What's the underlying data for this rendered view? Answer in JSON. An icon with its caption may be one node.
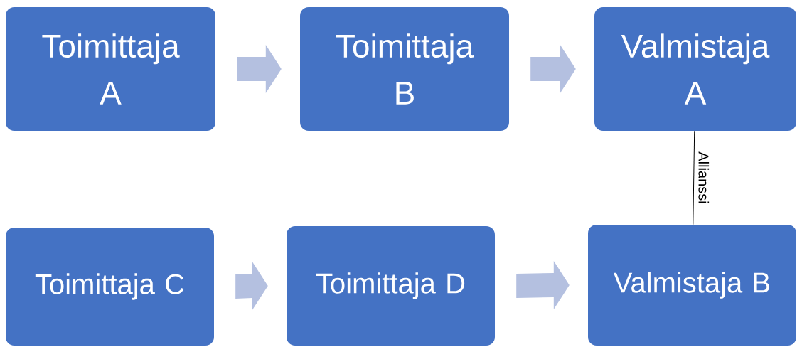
{
  "diagram": {
    "nodes": [
      {
        "text": [
          "Toimittaja A"
        ]
      },
      {
        "text": [
          "Toimittaja B"
        ]
      },
      {
        "text": [
          "Valmistaja A"
        ]
      },
      {
        "text": [
          "Toimittaja C"
        ]
      },
      {
        "text": [
          "Toimittaja D"
        ]
      },
      {
        "text": [
          "Valmistaja B"
        ]
      }
    ],
    "edges": [
      {
        "from": 0,
        "to": 1,
        "arrow": "to",
        "style": "thick"
      },
      {
        "from": 1,
        "to": 2,
        "arrow": "to",
        "style": "thick"
      },
      {
        "from": 3,
        "to": 4,
        "arrow": "to",
        "style": "thick"
      },
      {
        "from": 4,
        "to": 5,
        "arrow": "to",
        "style": "thick"
      },
      {
        "from": 2,
        "to": 5,
        "arrow": "none",
        "label": "Allianssi",
        "color": "#000000"
      }
    ]
  }
}
